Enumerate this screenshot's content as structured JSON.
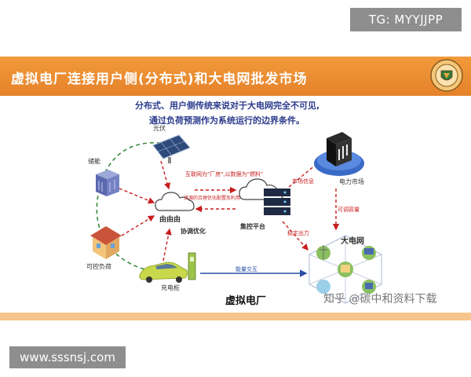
{
  "header": {
    "tg_label": "TG: MYYJJPP",
    "title": "虚拟电厂连接用户侧(分布式)和大电网批发市场"
  },
  "subtitle": {
    "line1": "分布式、用户侧传统来说对于大电网完全不可见,",
    "line2": "通过负荷预测作为系统运行的边界条件。"
  },
  "diagram": {
    "nodes": {
      "solar": "光伏",
      "storage": "储能",
      "controllable_load": "可控负荷",
      "charging_pile": "充电桩",
      "cloud_left": "由由由",
      "coordination": "协调优化",
      "platform": "集控平台",
      "power_market": "电力市场",
      "grid": "大电网"
    },
    "edge_labels": {
      "internet_factory": "互联网为\"厂房\",以数据为\"燃料\"",
      "optimize": "资源的合理优化配置及利用",
      "market_info": "市场信息",
      "adjustable_capacity": "可调容量",
      "stable_output": "稳定出力",
      "energy_exchange": "能量交互"
    },
    "main_title": "虚拟电厂"
  },
  "watermark": "知乎 @碳中和资料下载",
  "footer": {
    "site": "www.sssnsj.com"
  },
  "colors": {
    "banner": "#e5822a",
    "title_blue": "#2b3a8c",
    "arrow_red": "#c81e1e",
    "arrow_blue": "#2b4fa8",
    "arrow_green": "#3a8a3a"
  }
}
